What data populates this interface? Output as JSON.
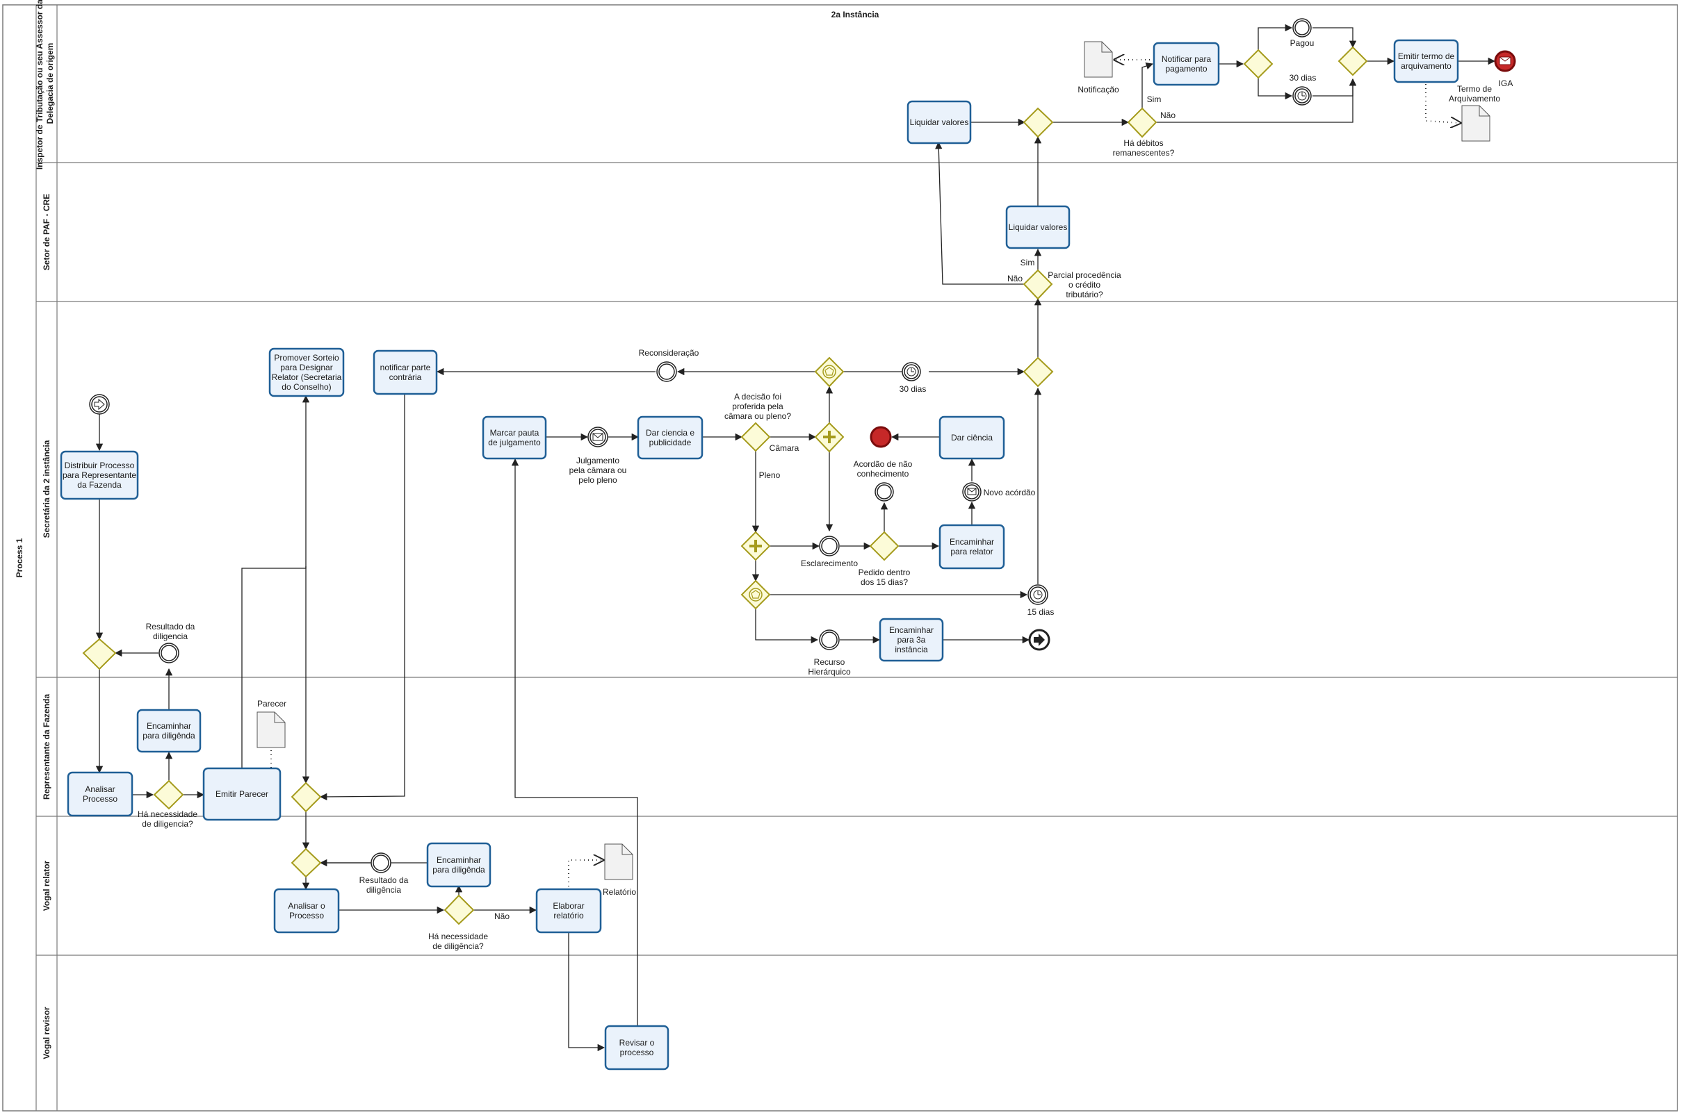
{
  "title": "2a Instância",
  "pool": "Process 1",
  "lanes": [
    "Inspetor de Tributação ou seu Assessor da Delegacia de origem",
    "Setor de PAF - CRE",
    "Secretária da 2 instância",
    "Representante da Fazenda",
    "Vogal relator",
    "Vogal revisor"
  ],
  "tasks": {
    "t_liquidar1": [
      "Liquidar valores"
    ],
    "t_notificar_pag": [
      "Notificar para",
      "pagamento"
    ],
    "t_emitir_termo": [
      "Emitir termo de",
      "arquivamento"
    ],
    "t_liquidar2": [
      "Liquidar valores"
    ],
    "t_promover": [
      "Promover Sorteio",
      "para Designar",
      "Relator (Secretaria",
      "do Conselho)"
    ],
    "t_notificar_parte": [
      "notificar parte",
      "contrária"
    ],
    "t_distribuir": [
      "Distribuir Processo",
      "para Representante",
      "da Fazenda"
    ],
    "t_marcar": [
      "Marcar pauta",
      "de julgamento"
    ],
    "t_dar_ciencia_pub": [
      "Dar ciencia e",
      "publicidade"
    ],
    "t_dar_ciencia": [
      "Dar ciência"
    ],
    "t_enc_relator": [
      "Encaminhar",
      "para relator"
    ],
    "t_enc_3a": [
      "Encaminhar",
      "para 3a",
      "instância"
    ],
    "t_enc_dilig_rep": [
      "Encaminhar",
      "para diligênda"
    ],
    "t_analisar_rep": [
      "Analisar",
      "Processo"
    ],
    "t_emitir_parecer": [
      "Emitir Parecer"
    ],
    "t_enc_dilig_vog": [
      "Encaminhar",
      "para diligênda"
    ],
    "t_analisar_vog": [
      "Analisar o",
      "Processo"
    ],
    "t_elaborar": [
      "Elaborar",
      "relatório"
    ],
    "t_revisar": [
      "Revisar o",
      "processo"
    ]
  },
  "labels": {
    "l_pagou": [
      "Pagou"
    ],
    "l_30dias_top": [
      "30 dias"
    ],
    "l_notificacao": [
      "Notificação"
    ],
    "l_sim_top": [
      "Sim"
    ],
    "l_nao_top": [
      "Não"
    ],
    "l_ha_debitos": [
      "Há débitos",
      "remanescentes?"
    ],
    "l_iga": [
      "IGA"
    ],
    "l_termo_arq": [
      "Termo de",
      "Arquivamento"
    ],
    "l_sim_paf": [
      "Sim"
    ],
    "l_nao_paf": [
      "Não"
    ],
    "l_parcial": [
      "Parcial procedência",
      "o crédito",
      "tributário?"
    ],
    "l_reconsideracao": [
      "Reconsideração"
    ],
    "l_30dias_mid": [
      "30 dias"
    ],
    "l_decisao": [
      "A decisão foi",
      "proferida pela",
      "câmara ou pleno?"
    ],
    "l_camara": [
      "Câmara"
    ],
    "l_pleno": [
      "Pleno"
    ],
    "l_julgamento": [
      "Julgamento",
      "pela câmara ou",
      "pelo pleno"
    ],
    "l_acordao_nao": [
      "Acordão de não",
      "conhecimento"
    ],
    "l_novo_acordao": [
      "Novo acórdão"
    ],
    "l_esclarecimento": [
      "Esclarecimento"
    ],
    "l_pedido": [
      "Pedido dentro",
      "dos 15 dias?"
    ],
    "l_15dias": [
      "15 dias"
    ],
    "l_recurso": [
      "Recurso",
      "Hierárquico"
    ],
    "l_result_dilig_sec": [
      "Resultado da",
      "diligencia"
    ],
    "l_parecer": [
      "Parecer"
    ],
    "l_ha_nec_rep": [
      "Há necessidade",
      "de diligencia?"
    ],
    "l_result_dilig_vog": [
      "Resultado da",
      "diligência"
    ],
    "l_ha_nec_vog": [
      "Há necessidade",
      "de diligência?"
    ],
    "l_nao_vog": [
      "Não"
    ],
    "l_relatorio": [
      "Relatório"
    ]
  },
  "colors": {
    "task_fill": "#eaf2fb",
    "task_stroke": "#1f5f96",
    "gateway_fill": "#fcfbd8",
    "gateway_stroke": "#a59b1c",
    "end_fill": "#c62828",
    "end_stroke": "#7a0c0c",
    "line": "#222222",
    "lane_border": "#7a7a7a"
  }
}
